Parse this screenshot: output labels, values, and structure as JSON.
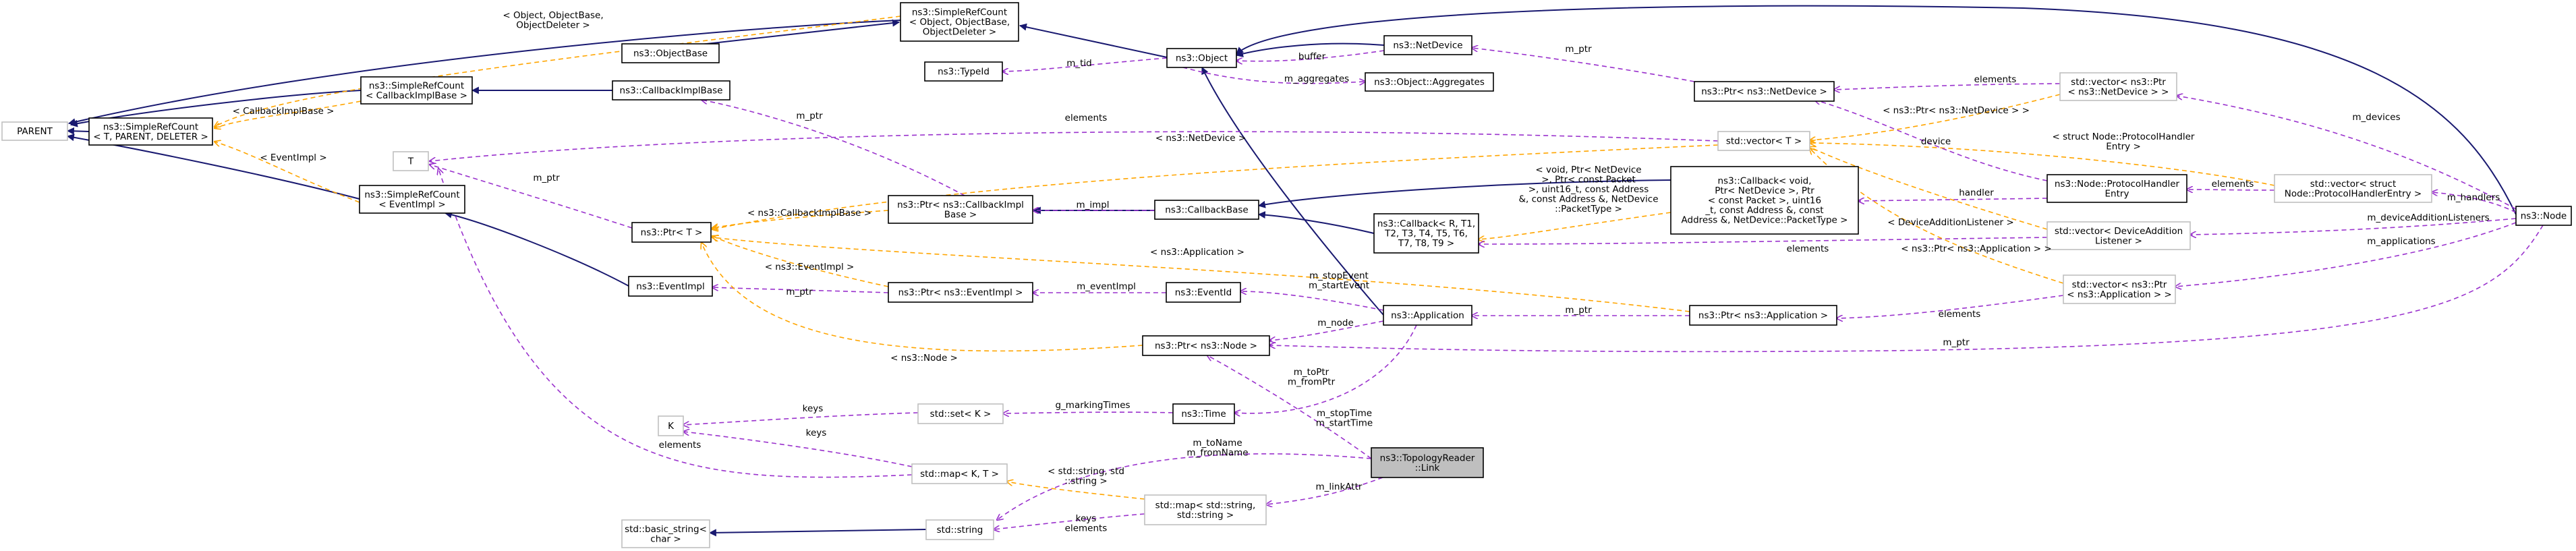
{
  "diagram": {
    "nodes": {
      "parent": [
        "PARENT"
      ],
      "simplerefcount_tpd": [
        "ns3::SimpleRefCount",
        "< T, PARENT, DELETER >"
      ],
      "simplerefcount_cb": [
        "ns3::SimpleRefCount",
        "< CallbackImplBase >"
      ],
      "simplerefcount_obj": [
        "ns3::SimpleRefCount",
        "< Object, ObjectBase,",
        "ObjectDeleter >"
      ],
      "objectbase": [
        "ns3::ObjectBase"
      ],
      "object": [
        "ns3::Object"
      ],
      "typeid": [
        "ns3::TypeId"
      ],
      "callbackimplbase": [
        "ns3::CallbackImplBase"
      ],
      "simplerefcount_ev": [
        "ns3::SimpleRefCount",
        "< EventImpl >"
      ],
      "t": [
        "T"
      ],
      "ptr_t": [
        "ns3::Ptr< T >"
      ],
      "eventimpl": [
        "ns3::EventImpl"
      ],
      "ptr_cbimpl": [
        "ns3::Ptr< ns3::CallbackImpl",
        "Base >"
      ],
      "ptr_evimpl": [
        "ns3::Ptr< ns3::EventImpl >"
      ],
      "callbackbase": [
        "ns3::CallbackBase"
      ],
      "eventid": [
        "ns3::EventId"
      ],
      "callback_t": [
        "ns3::Callback< R, T1,",
        "T2, T3, T4, T5, T6,",
        "T7, T8, T9 >"
      ],
      "callback_dev": [
        "ns3::Callback< void,",
        "Ptr< NetDevice >, Ptr",
        "< const Packet >, uint16",
        "_t, const Address &, const",
        "Address &, NetDevice::PacketType >"
      ],
      "netdevice": [
        "ns3::NetDevice"
      ],
      "aggregates": [
        "ns3::Object::Aggregates"
      ],
      "ptr_netdevice": [
        "ns3::Ptr< ns3::NetDevice >"
      ],
      "vector_t": [
        "std::vector< T >"
      ],
      "vector_ptr_netdevice": [
        "std::vector< ns3::Ptr",
        "< ns3::NetDevice > >"
      ],
      "protocolhandlerentry": [
        "ns3::Node::ProtocolHandler",
        "Entry"
      ],
      "vector_phe": [
        "std::vector< struct",
        "Node::ProtocolHandlerEntry >"
      ],
      "vector_dal": [
        "std::vector< DeviceAddition",
        "Listener >"
      ],
      "vector_ptr_app": [
        "std::vector< ns3::Ptr",
        "< ns3::Application > >"
      ],
      "ptr_app": [
        "ns3::Ptr< ns3::Application >"
      ],
      "application": [
        "ns3::Application"
      ],
      "ptr_node": [
        "ns3::Ptr< ns3::Node >"
      ],
      "node": [
        "ns3::Node"
      ],
      "time": [
        "ns3::Time"
      ],
      "set_k": [
        "std::set< K >"
      ],
      "k": [
        "K"
      ],
      "map_kt": [
        "std::map< K, T >"
      ],
      "link": [
        "ns3::TopologyReader",
        "::Link"
      ],
      "map_string": [
        "std::map< std::string,",
        "std::string >"
      ],
      "string": [
        "std::string"
      ],
      "basic_string": [
        "std::basic_string<",
        "char >"
      ]
    },
    "edge_labels": {
      "obj_deleter": [
        "< Object, ObjectBase,",
        "ObjectDeleter >"
      ],
      "callbackimplbase_tpl": [
        "< CallbackImplBase >"
      ],
      "eventimpl_tpl": [
        "< EventImpl >"
      ],
      "m_tid": [
        "m_tid"
      ],
      "buffer": [
        "buffer"
      ],
      "m_aggregates": [
        "m_aggregates"
      ],
      "m_ptr_netdevice": [
        "m_ptr"
      ],
      "elements_t": [
        "elements"
      ],
      "elements_netdevice": [
        "elements"
      ],
      "ptr_netdevice_tpl": [
        "< ns3::Ptr< ns3::NetDevice > >"
      ],
      "protocolhandler_tpl": [
        "< struct Node::ProtocolHandler",
        "Entry >"
      ],
      "m_devices": [
        "m_devices"
      ],
      "m_ptr_cbimpl": [
        "m_ptr"
      ],
      "ns3_netdevice_tpl": [
        "< ns3::NetDevice >"
      ],
      "callbackimplbase_ptr_tpl": [
        "< ns3::CallbackImplBase >"
      ],
      "m_impl": [
        "m_impl"
      ],
      "callback_dev_tpl": [
        "< void, Ptr< NetDevice",
        ">, Ptr< const Packet",
        ">, uint16_t, const Address",
        "&, const Address &, NetDevice",
        "::PacketType >"
      ],
      "device": [
        "device"
      ],
      "handler": [
        "handler"
      ],
      "elements_phe": [
        "elements"
      ],
      "m_handlers": [
        "m_handlers"
      ],
      "devaddlistener_tpl": [
        "< DeviceAdditionListener >"
      ],
      "m_devaddlisteners": [
        "m_deviceAdditionListeners"
      ],
      "elements_cb": [
        "elements"
      ],
      "ptr_app_tpl": [
        "< ns3::Ptr< ns3::Application > >"
      ],
      "m_applications": [
        "m_applications"
      ],
      "m_ptr_t": [
        "m_ptr"
      ],
      "eventimpl_ptr_tpl": [
        "< ns3::EventImpl >"
      ],
      "application_tpl": [
        "< ns3::Application >"
      ],
      "m_ptr_evimpl": [
        "m_ptr"
      ],
      "m_eventimpl": [
        "m_eventImpl"
      ],
      "m_stopevent": [
        "m_stopEvent",
        "m_startEvent"
      ],
      "m_node": [
        "m_node"
      ],
      "m_ptr_app": [
        "m_ptr"
      ],
      "elements_app": [
        "elements"
      ],
      "node_tpl": [
        "< ns3::Node >"
      ],
      "m_ptr_node": [
        "m_ptr"
      ],
      "m_toptr": [
        "m_toPtr",
        "m_fromPtr"
      ],
      "g_markingtimes": [
        "g_markingTimes"
      ],
      "m_stoptime": [
        "m_stopTime",
        "m_startTime"
      ],
      "keys_set": [
        "keys"
      ],
      "keys_map": [
        "keys"
      ],
      "elements_map": [
        "elements"
      ],
      "m_toname": [
        "m_toName",
        "m_fromName"
      ],
      "string_tpl": [
        "< std::string, std",
        "::string >"
      ],
      "m_linkattr": [
        "m_linkAttr"
      ],
      "keys_elements_string": [
        "keys",
        "elements"
      ]
    }
  }
}
